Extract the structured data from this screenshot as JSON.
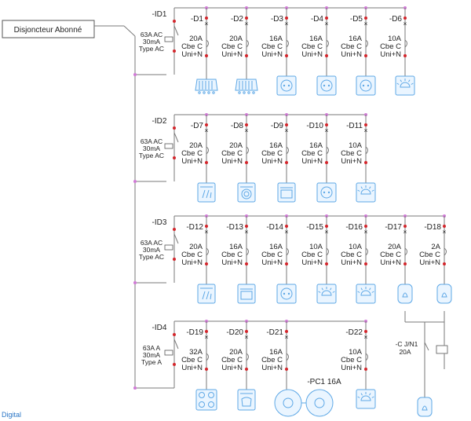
{
  "main_title": "Disjoncteur Abonné",
  "brand": "Digital",
  "rows": [
    {
      "id": "-ID1",
      "diff": [
        "63A AC",
        "30mA",
        "Type AC"
      ],
      "breakers": [
        {
          "name": "-D1",
          "rating": [
            "20A",
            "Cbe C",
            "Uni+N"
          ],
          "load": "radiator"
        },
        {
          "name": "-D2",
          "rating": [
            "20A",
            "Cbe C",
            "Uni+N"
          ],
          "load": "radiator"
        },
        {
          "name": "-D3",
          "rating": [
            "16A",
            "Cbe C",
            "Uni+N"
          ],
          "load": "socket"
        },
        {
          "name": "-D4",
          "rating": [
            "16A",
            "Cbe C",
            "Uni+N"
          ],
          "load": "socket"
        },
        {
          "name": "-D5",
          "rating": [
            "16A",
            "Cbe C",
            "Uni+N"
          ],
          "load": "socket"
        },
        {
          "name": "-D6",
          "rating": [
            "10A",
            "Cbe C",
            "Uni+N"
          ],
          "load": "light"
        }
      ]
    },
    {
      "id": "-ID2",
      "diff": [
        "63A AC",
        "30mA",
        "Type AC"
      ],
      "breakers": [
        {
          "name": "-D7",
          "rating": [
            "20A",
            "Cbe C",
            "Uni+N"
          ],
          "load": "dishwasher"
        },
        {
          "name": "-D8",
          "rating": [
            "20A",
            "Cbe C",
            "Uni+N"
          ],
          "load": "washer"
        },
        {
          "name": "-D9",
          "rating": [
            "16A",
            "Cbe C",
            "Uni+N"
          ],
          "load": "oven"
        },
        {
          "name": "-D10",
          "rating": [
            "16A",
            "Cbe C",
            "Uni+N"
          ],
          "load": "socket"
        },
        {
          "name": "-D11",
          "rating": [
            "10A",
            "Cbe C",
            "Uni+N"
          ],
          "load": "light"
        }
      ]
    },
    {
      "id": "-ID3",
      "diff": [
        "63A AC",
        "30mA",
        "Type AC"
      ],
      "breakers": [
        {
          "name": "-D12",
          "rating": [
            "20A",
            "Cbe C",
            "Uni+N"
          ],
          "load": "dishwasher"
        },
        {
          "name": "-D13",
          "rating": [
            "16A",
            "Cbe C",
            "Uni+N"
          ],
          "load": "oven"
        },
        {
          "name": "-D14",
          "rating": [
            "16A",
            "Cbe C",
            "Uni+N"
          ],
          "load": "socket"
        },
        {
          "name": "-D15",
          "rating": [
            "10A",
            "Cbe C",
            "Uni+N"
          ],
          "load": "light"
        },
        {
          "name": "-D16",
          "rating": [
            "10A",
            "Cbe C",
            "Uni+N"
          ],
          "load": "light"
        },
        {
          "name": "-D17",
          "rating": [
            "20A",
            "Cbe C",
            "Uni+N"
          ],
          "load": "water-heater"
        },
        {
          "name": "-D18",
          "rating": [
            "2A",
            "Cbe C",
            "Uni+N"
          ],
          "load": "water-heater"
        }
      ]
    },
    {
      "id": "-ID4",
      "diff": [
        "63A A",
        "30mA",
        "Type A"
      ],
      "breakers": [
        {
          "name": "-D19",
          "rating": [
            "32A",
            "Cbe C",
            "Uni+N"
          ],
          "load": "cooktop"
        },
        {
          "name": "-D20",
          "rating": [
            "20A",
            "Cbe C",
            "Uni+N"
          ],
          "load": "dryer"
        },
        {
          "name": "-D21",
          "rating": [
            "16A",
            "Cbe C",
            "Uni+N"
          ],
          "load": "ev-socket"
        },
        {
          "name": "-D22",
          "rating": [
            "10A",
            "Cbe C",
            "Uni+N"
          ],
          "load": "light"
        }
      ]
    }
  ],
  "contactor": {
    "name": "-C J/N1",
    "rating": "20A"
  },
  "ev_charger": "-PC1 16A"
}
